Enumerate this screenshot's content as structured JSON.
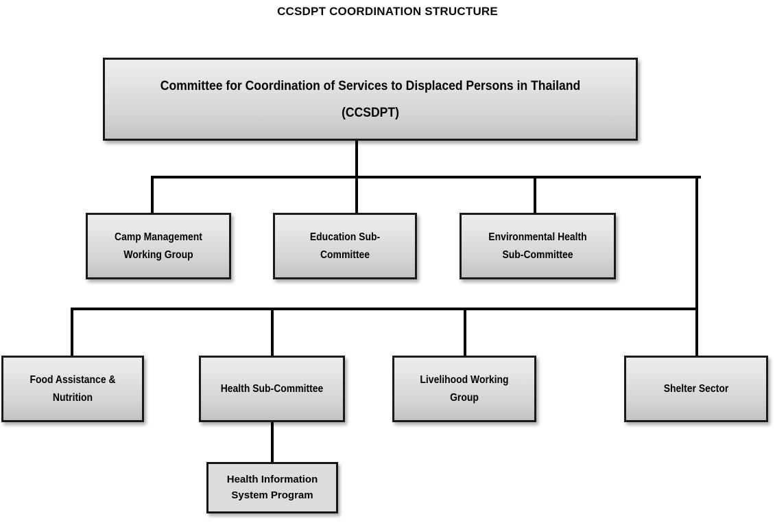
{
  "title": "CCSDPT COORDINATION STRUCTURE",
  "colors": {
    "background": "#ffffff",
    "line": "#000000",
    "border": "#1a1a1a",
    "box_fill_top": "#ececec",
    "box_fill_bottom": "#c2c2c2",
    "leaf_fill": "#dcdcdc",
    "text": "#000000"
  },
  "nodes": {
    "root": {
      "label": "Committee for Coordination of Services to Displaced Persons in Thailand\n(CCSDPT)",
      "level": 1
    },
    "camp_management": {
      "label": "Camp Management\nWorking Group",
      "level": 2
    },
    "education": {
      "label": "Education Sub-\nCommittee",
      "level": 2
    },
    "environmental_health": {
      "label": "Environmental Health\nSub-Committee",
      "level": 2
    },
    "food_assistance": {
      "label": "Food Assistance &\nNutrition",
      "level": 3
    },
    "health": {
      "label": "Health Sub-Committee",
      "level": 3
    },
    "livelihood": {
      "label": "Livelihood Working\nGroup",
      "level": 3
    },
    "shelter": {
      "label": "Shelter Sector",
      "level": 3
    },
    "health_information_system": {
      "label": "Health Information\nSystem Program",
      "level": 4
    }
  },
  "hierarchy": [
    {
      "parent": "root",
      "child": "camp_management"
    },
    {
      "parent": "root",
      "child": "education"
    },
    {
      "parent": "root",
      "child": "environmental_health"
    },
    {
      "parent": "root",
      "child": "food_assistance"
    },
    {
      "parent": "root",
      "child": "health"
    },
    {
      "parent": "root",
      "child": "livelihood"
    },
    {
      "parent": "root",
      "child": "shelter"
    },
    {
      "parent": "health",
      "child": "health_information_system"
    }
  ]
}
